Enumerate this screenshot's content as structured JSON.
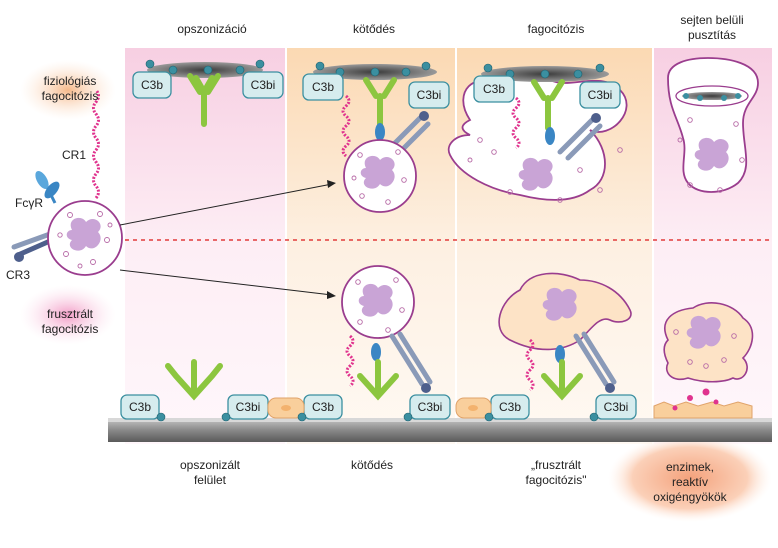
{
  "headers": {
    "opsonization": "opszonizáció",
    "binding": "kötődés",
    "phagocytosis": "fagocitózis",
    "killing_line1": "sejten belüli",
    "killing_line2": "pusztítás"
  },
  "side_labels": {
    "physiological_line1": "fiziológiás",
    "physiological_line2": "fagocitózis",
    "frustrated_line1": "frusztrált",
    "frustrated_line2": "fagocitózis"
  },
  "receptors": {
    "cr1": "CR1",
    "fcgr": "FcγR",
    "cr3": "CR3"
  },
  "complement": {
    "c3b": "C3b",
    "c3bi": "C3bi"
  },
  "bottom_labels": {
    "surface_line1": "opszonizált",
    "surface_line2": "felület",
    "binding": "kötődés",
    "frustrated_line1": "„frusztrált",
    "frustrated_line2": "fagocitózis\"",
    "enzymes_line1": "enzimek,",
    "enzymes_line2": "reaktív oxigéngyökök"
  },
  "colors": {
    "pink_bg": "#fbe3ef",
    "orange_bg": "#fdebd6",
    "cell_outline": "#9a3d8e",
    "nucleus": "#c9a4d6",
    "antibody": "#8cc63f",
    "complement_fill": "#d6ecee",
    "complement_stroke": "#3b8fa0",
    "fc_receptor": "#3a86c4",
    "cr1_chain": "#e0338e",
    "cr3": "#4e5f8c",
    "divider": "#e23b3b",
    "surface": "#7a7a7a"
  }
}
